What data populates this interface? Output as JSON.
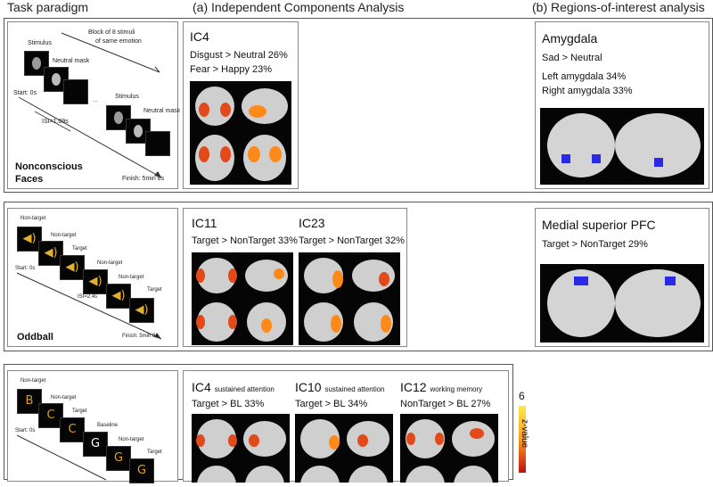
{
  "headers": {
    "task": "Task paradigm",
    "ica": "(a) Independent Components Analysis",
    "roi": "(b) Regions-of-interest analysis"
  },
  "row1": {
    "paradigm": {
      "block_label": "Block of 8 stimuli",
      "block_label2": "of same emotion",
      "stimulus": "Stimulus",
      "mask": "Neutral mask",
      "stimulus2": "Stimulus",
      "mask2": "Neutral mask",
      "ellipsis": "...",
      "start": "Start: 0s",
      "isi": "ISI=1.09s",
      "finish": "Finish: 5min 8s",
      "name_line1": "Nonconscious",
      "name_line2": "Faces"
    },
    "ic": {
      "title": "IC4",
      "line1": "Disgust > Neutral 26%",
      "line2": "Fear > Happy 23%"
    },
    "roi": {
      "title": "Amygdala",
      "line1": "Sad > Neutral",
      "line2": "Left amygdala 34%",
      "line3": "Right amygdala 33%"
    }
  },
  "row2": {
    "paradigm": {
      "labels": [
        "Non-target",
        "Non-target",
        "Target",
        "Non-target",
        "Non-target",
        "Target"
      ],
      "start": "Start: 0s",
      "isi": "ISI=2.4s",
      "finish": "Finish: 5min 8s",
      "name": "Oddball"
    },
    "ic_a": {
      "title": "IC11",
      "line1": "Target > NonTarget 33%"
    },
    "ic_b": {
      "title": "IC23",
      "line1": "Target > NonTarget 32%"
    },
    "roi": {
      "title": "Medial superior PFC",
      "line1": "Target > NonTarget 29%"
    }
  },
  "row3": {
    "paradigm": {
      "labels": [
        "Non-target",
        "Non-target",
        "Target",
        "Baseline",
        "Non-target",
        "Target"
      ],
      "letters": [
        "B",
        "C",
        "C",
        "G",
        "G",
        "G"
      ],
      "start": "Start: 0s"
    },
    "ic_a": {
      "title": "IC4",
      "sub": "sustained attention",
      "line1": "Target > BL 33%"
    },
    "ic_b": {
      "title": "IC10",
      "sub": "sustained attention",
      "line1": "Target > BL 34%"
    },
    "ic_c": {
      "title": "IC12",
      "sub": "working memory",
      "line1": "NonTarget > BL 27%"
    }
  },
  "colorbar": {
    "max_label": "6",
    "axis_label": "z-value"
  }
}
